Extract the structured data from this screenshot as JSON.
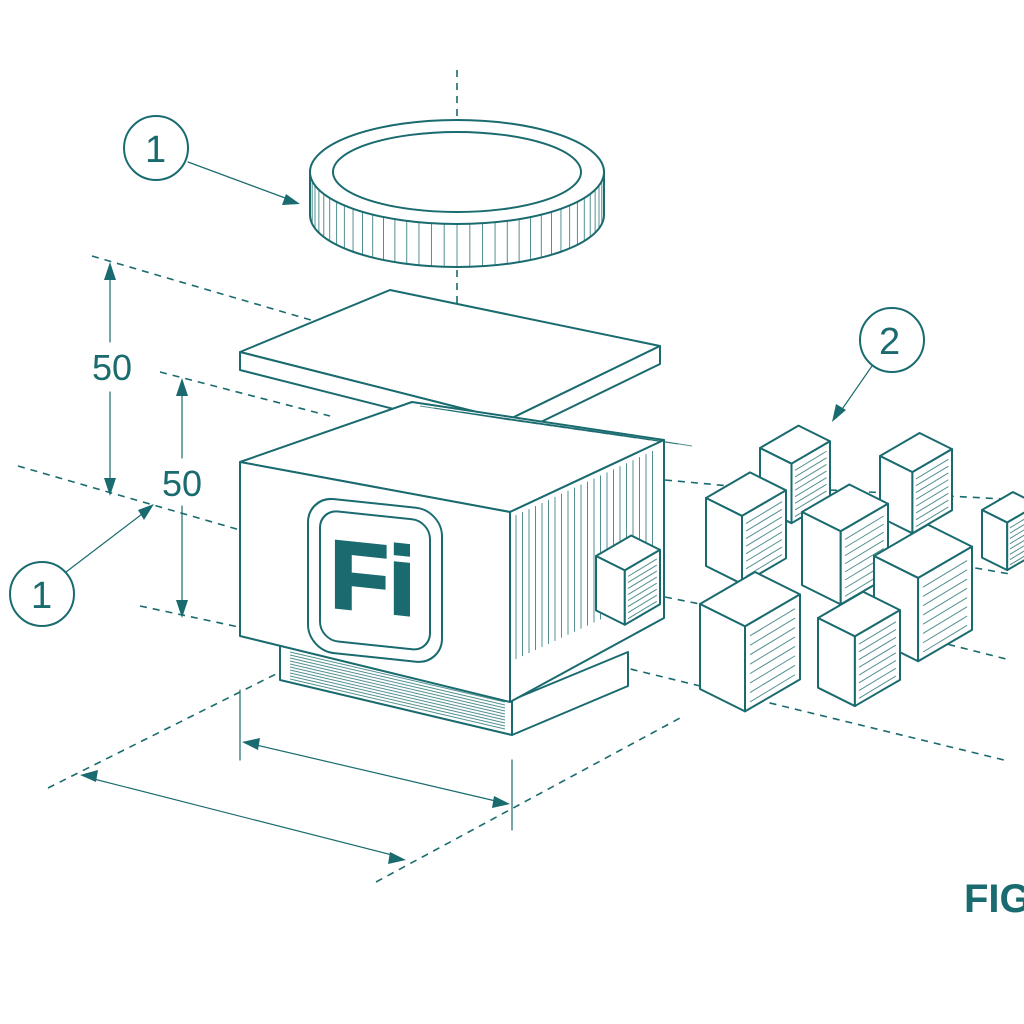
{
  "dimensions": {
    "outer_height": "50",
    "inner_height": "50"
  },
  "callouts": {
    "top_coin": "1",
    "left_base": "1",
    "cubes": "2"
  },
  "logo": {
    "text": "Fi"
  },
  "figure_label": "FIG",
  "colors": {
    "ink": "#1a6b6f",
    "paper": "#ffffff"
  }
}
